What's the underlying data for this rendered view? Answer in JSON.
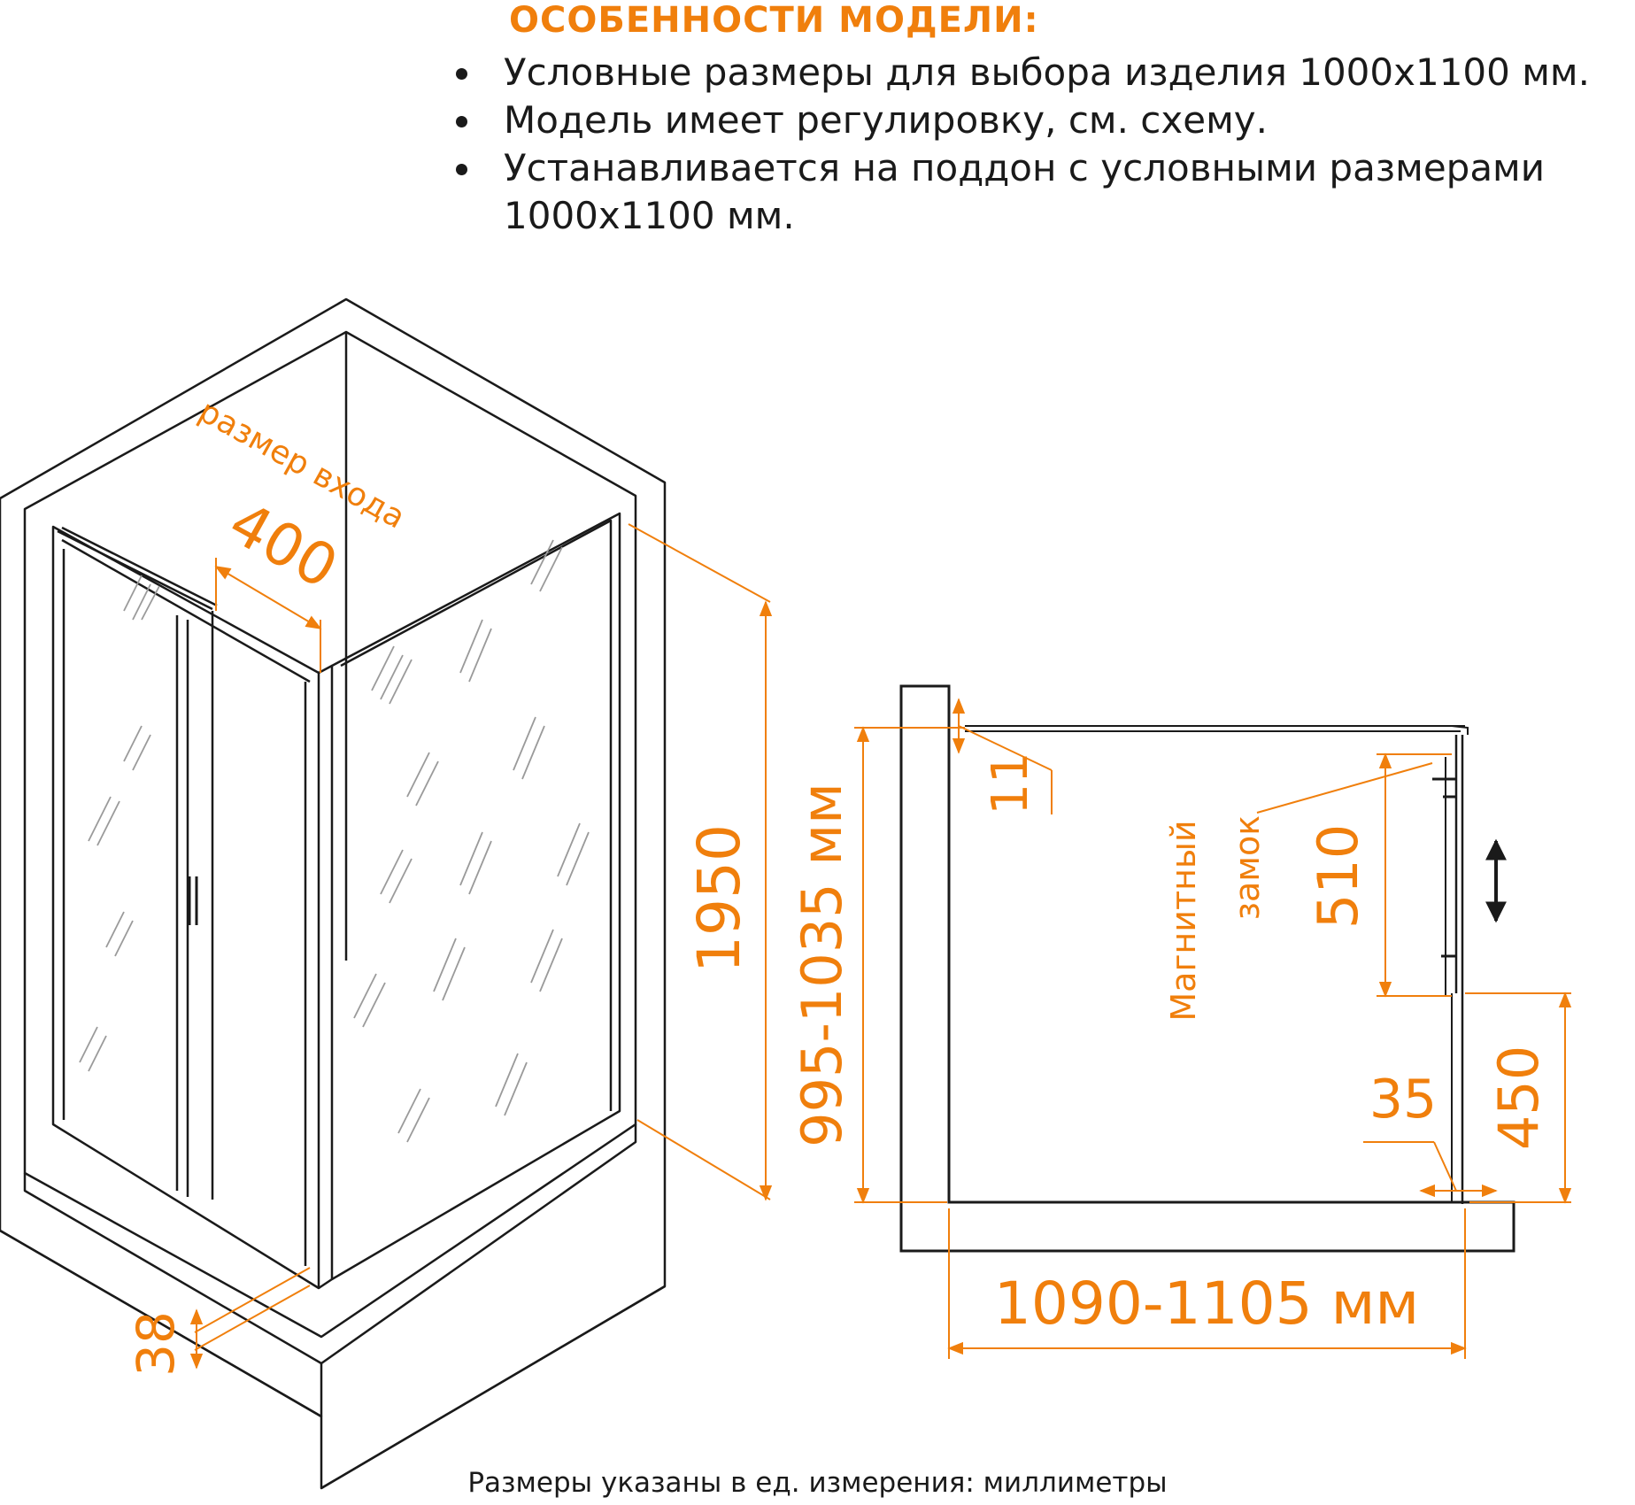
{
  "heading": "ОСОБЕННОСТИ МОДЕЛИ:",
  "features": [
    "Условные размеры для выбора изделия 1000x1100 мм.",
    "Модель имеет регулировку, см. схему.",
    "Устанавливается на поддон с условными размерами 1000x1100 мм."
  ],
  "iso_view": {
    "entrance_label": "размер входа",
    "entrance_width": "400",
    "height": "1950",
    "profile": "38"
  },
  "plan_view": {
    "adjustment_range": "995-1035 мм",
    "gap": "11",
    "lock_label_line1": "Магнитный",
    "lock_label_line2": "замок",
    "lock_height": "510",
    "bottom_height": "450",
    "offset": "35",
    "width_range": "1090-1105 мм"
  },
  "footnote": "Размеры указаны в ед. измерения: миллиметры",
  "colors": {
    "accent": "#f07f0c",
    "line": "#1a1a1a",
    "glass_hatch": "#9a9a9a"
  }
}
